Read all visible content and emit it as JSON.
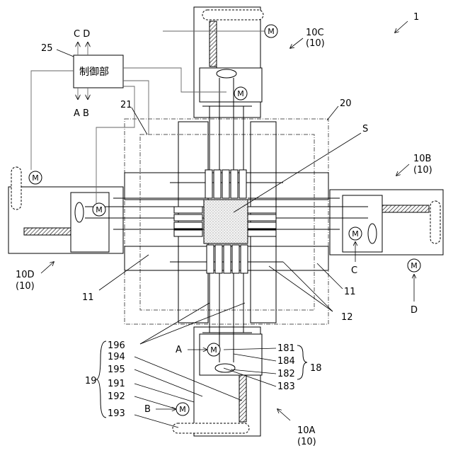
{
  "labels": {
    "l1": "1",
    "l10C": "10C",
    "l10C_sub": "(10)",
    "l10B": "10B",
    "l10B_sub": "(10)",
    "l10D": "10D",
    "l10D_sub": "(10)",
    "l10A": "10A",
    "l10A_sub": "(10)",
    "l25": "25",
    "controller": "制御部",
    "sigCD": "C D",
    "sigAB": "A B",
    "l21": "21",
    "l20": "20",
    "lS": "S",
    "l11_left": "11",
    "l11_right": "11",
    "l12": "12",
    "lC": "C",
    "lD": "D",
    "lA": "A",
    "lB": "B",
    "l181": "181",
    "l184": "184",
    "l182": "182",
    "l183": "183",
    "l18": "18",
    "l196": "196",
    "l194": "194",
    "l195": "195",
    "l19": "19",
    "l191": "191",
    "l192": "192",
    "l193": "193",
    "motor": "M"
  }
}
